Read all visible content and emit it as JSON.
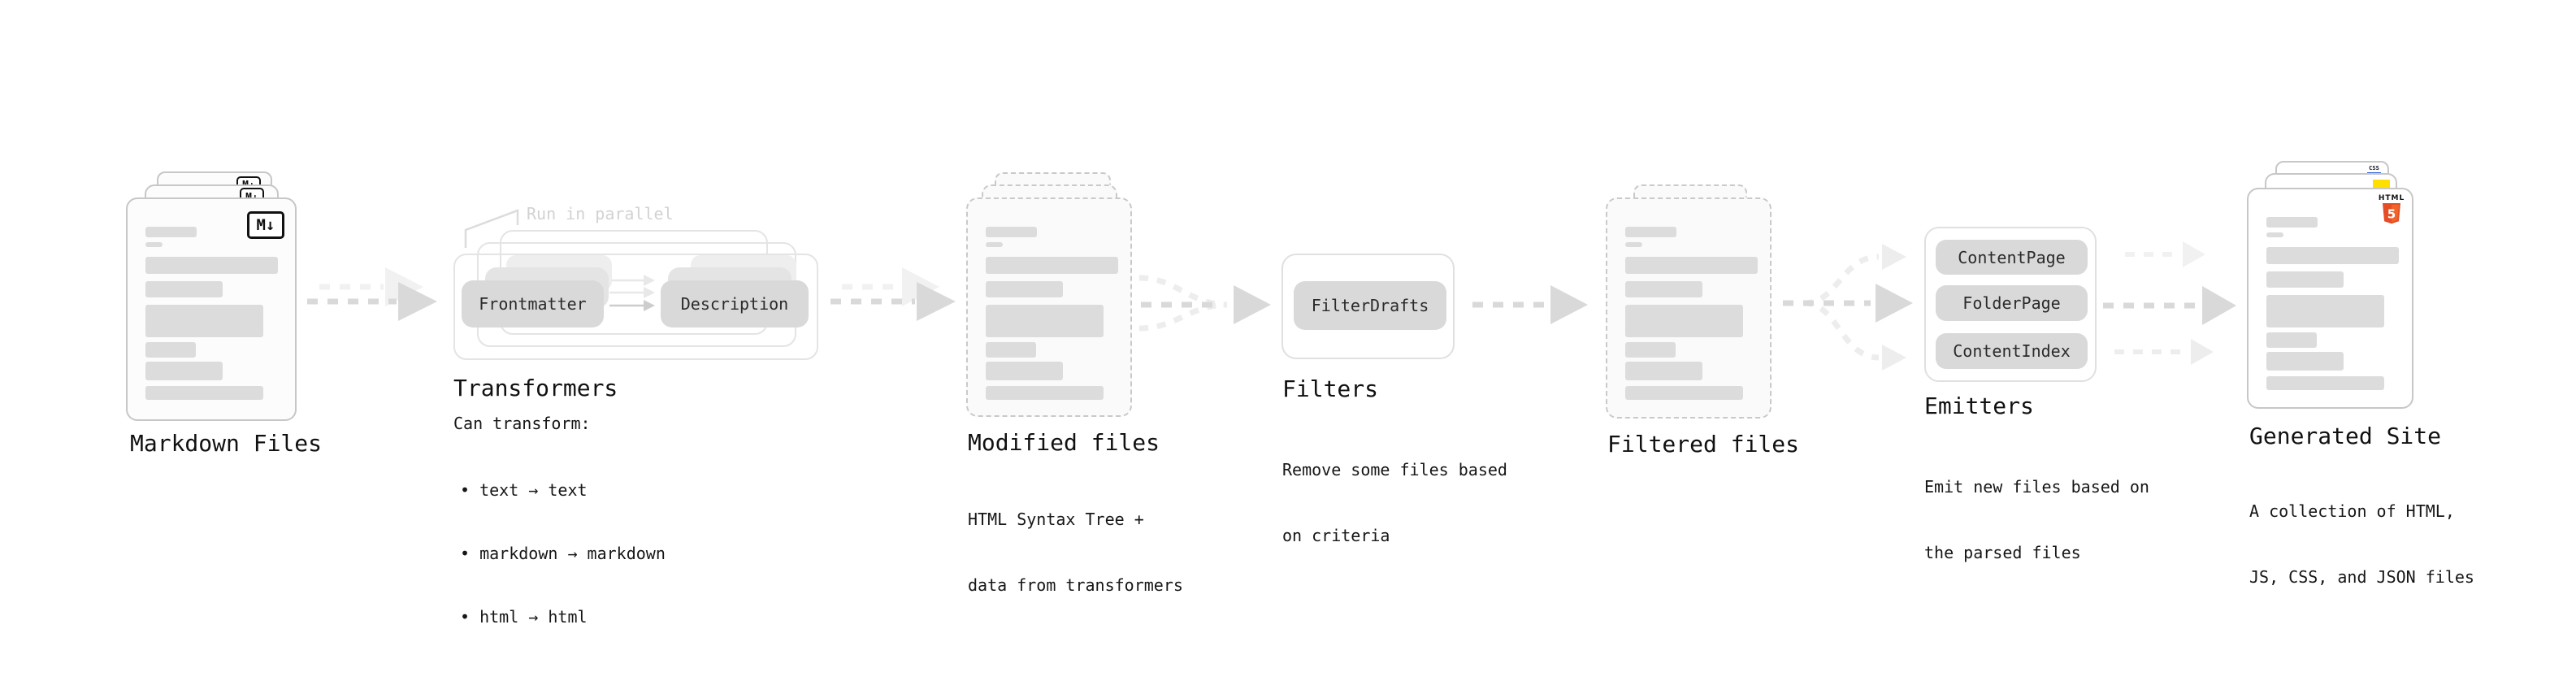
{
  "nodes": {
    "markdown_files": {
      "label": "Markdown Files",
      "badge": "M↓"
    },
    "transformers": {
      "title": "Transformers",
      "annotation": "Run in parallel",
      "source_button": "Frontmatter",
      "target_button": "Description",
      "desc_heading": "Can transform:",
      "bullets": [
        "• text → text",
        "• markdown → markdown",
        "• html → html"
      ]
    },
    "modified_files": {
      "label": "Modified files",
      "desc_line1": "HTML Syntax Tree +",
      "desc_line2": "data from transformers"
    },
    "filters": {
      "title": "Filters",
      "button": "FilterDrafts",
      "desc_line1": "Remove some files based",
      "desc_line2": "on criteria"
    },
    "filtered_files": {
      "label": "Filtered files"
    },
    "emitters": {
      "title": "Emitters",
      "buttons": [
        "ContentPage",
        "FolderPage",
        "ContentIndex"
      ],
      "desc_line1": "Emit new files based on",
      "desc_line2": "the parsed files"
    },
    "generated_site": {
      "label": "Generated Site",
      "desc_line1": "A collection of HTML,",
      "desc_line2": "JS, CSS, and JSON files",
      "css_badge": "CSS",
      "html_badge_label": "HTML",
      "html_badge_number": "5"
    }
  },
  "colors": {
    "arrow_dark": "#d9d9d9",
    "arrow_light": "#ededed",
    "bar_fill": "#dcdcdc",
    "button_fill": "#d9d9d9",
    "md_badge_border": "#111111",
    "html5_orange": "#e44d26",
    "html5_orange_light": "#f16529",
    "js_yellow": "#ffdf00",
    "css_blue": "#2b5fd9"
  }
}
